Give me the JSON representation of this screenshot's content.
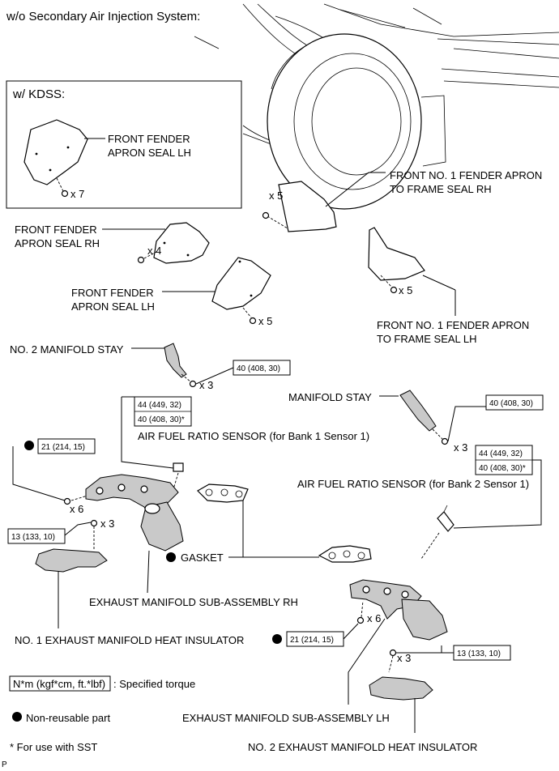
{
  "header": {
    "title": "w/o Secondary Air Injection System:"
  },
  "kdss": {
    "title": "w/ KDSS:",
    "seal_label_1": "FRONT FENDER",
    "seal_label_2": "APRON SEAL LH",
    "qty": "x 7"
  },
  "parts": {
    "front_no1_rh_1": "FRONT NO. 1 FENDER APRON",
    "front_no1_rh_2": "TO FRAME SEAL RH",
    "front_no1_rh_qty": "x 5",
    "seal_rh_1": "FRONT FENDER",
    "seal_rh_2": "APRON SEAL RH",
    "seal_rh_qty": "x 4",
    "seal_lh_1": "FRONT FENDER",
    "seal_lh_2": "APRON SEAL LH",
    "seal_lh_qty": "x 5",
    "front_no1_lh_1": "FRONT NO. 1 FENDER APRON",
    "front_no1_lh_2": "TO FRAME SEAL LH",
    "front_no1_lh_qty": "x 5",
    "no2_stay": "NO. 2 MANIFOLD STAY",
    "no2_stay_qty": "x 3",
    "manifold_stay": "MANIFOLD STAY",
    "manifold_stay_qty": "x 3",
    "af_bank1": "AIR FUEL RATIO SENSOR (for Bank 1 Sensor 1)",
    "af_bank2": "AIR FUEL RATIO SENSOR (for Bank 2 Sensor 1)",
    "gasket": "GASKET",
    "manifold_rh": "EXHAUST MANIFOLD SUB-ASSEMBLY RH",
    "manifold_rh_qty": "x 6",
    "manifold_rh_ins_qty": "x 3",
    "insulator1": "NO. 1 EXHAUST MANIFOLD HEAT INSULATOR",
    "manifold_lh": "EXHAUST MANIFOLD SUB-ASSEMBLY LH",
    "manifold_lh_qty": "x 6",
    "manifold_lh_ins_qty": "x 3",
    "insulator2": "NO. 2 EXHAUST MANIFOLD HEAT INSULATOR"
  },
  "torques": {
    "no2_stay": "40 (408, 30)",
    "af1_a": "44 (449, 32)",
    "af1_b": "40 (408, 30)*",
    "manifold_stay": "40 (408, 30)",
    "af2_a": "44 (449, 32)",
    "af2_b": "40 (408, 30)*",
    "rh_nut": "21 (214, 15)",
    "rh_ins": "13 (133, 10)",
    "lh_nut": "21 (214, 15)",
    "lh_ins": "13 (133, 10)"
  },
  "legend": {
    "torque_unit": "N*m (kgf*cm, ft.*lbf)",
    "torque_desc": ": Specified torque",
    "nonreusable": "Non-reusable part",
    "sst": "* For use with SST"
  },
  "footer": {
    "code": "P"
  }
}
